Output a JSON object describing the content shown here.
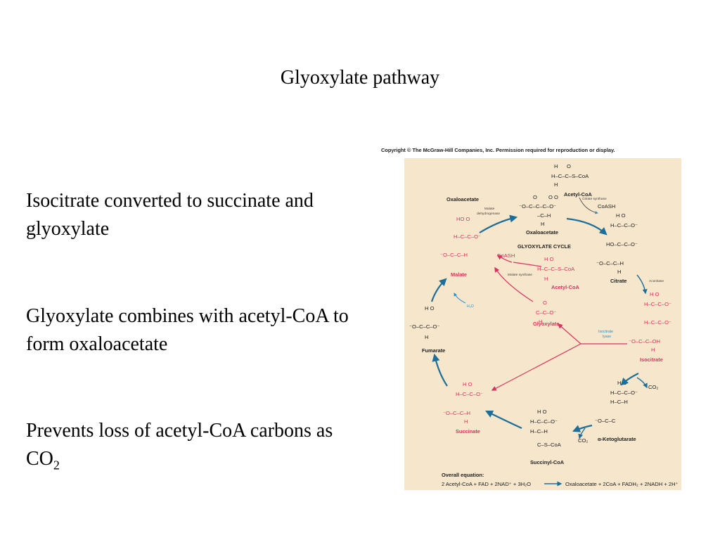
{
  "slide": {
    "title": "Glyoxylate pathway",
    "bullets": [
      "Isocitrate converted to succinate and glyoxylate",
      "Glyoxylate combines with acetyl-CoA to form oxaloacetate",
      "Prevents loss of acetyl-CoA carbons as CO",
      "2"
    ]
  },
  "figure": {
    "copyright": "Copyright © The McGraw-Hill Companies, Inc. Permission required for reproduction or display.",
    "cycle_title": "GLYOXYLATE CYCLE",
    "molecules": {
      "acetyl_coa_top": "Acetyl-CoA",
      "oxaloacetate_center": "Oxaloacetate",
      "oxaloacetate_side": "Oxaloacetate",
      "citrate": "Citrate",
      "isocitrate": "Isocitrate",
      "alpha_ketoglutarate": "α-Ketoglutarate",
      "succinyl_coa": "Succinyl-CoA",
      "succinate": "Succinate",
      "fumarate": "Fumarate",
      "malate": "Malate",
      "glyoxylate": "Glyoxylate",
      "acetyl_coa_inner": "Acetyl-CoA"
    },
    "enzymes": {
      "citrate_synthase": "Citrate synthase",
      "aconitase": "Aconitase",
      "isocitrate_lyase_1": "Isocitrate",
      "isocitrate_lyase_2": "lyase",
      "malate_synthase": "Malate synthase",
      "malate_dh_1": "Malate",
      "malate_dh_2": "dehydrogenase"
    },
    "small_molecules": {
      "coash_top": "CoASH",
      "coash_inner": "CoASH",
      "h2o": "H₂O",
      "co2_a": "CO₂",
      "co2_b": "CO₂"
    },
    "equation": {
      "label": "Overall equation:",
      "reactants": "2 Acetyl-CoA + FAD + 2NAD⁺ + 3H₂O",
      "products": "Oxaloacetate + 2CoA + FADH₂ + 2NADH + 2H⁺"
    },
    "colors": {
      "panel": "#f6e6cc",
      "cycle_arrow": "#1d6e99",
      "glyoxylate_path": "#d8345f",
      "cofactor": "#2a8fc9"
    }
  }
}
